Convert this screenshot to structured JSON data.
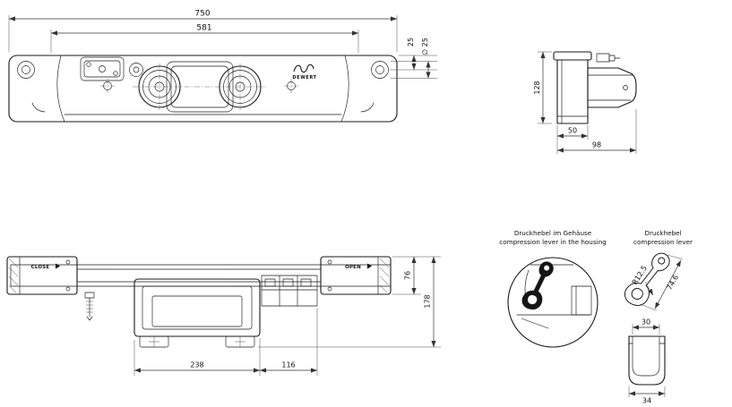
{
  "logo": {
    "brand": "DEWERT"
  },
  "front_view": {
    "dim_total_width": "750",
    "dim_inner_width": "581",
    "dim_edge_offset": "25",
    "dim_hole_diameter": "∅ 25"
  },
  "side_view": {
    "dim_height": "128",
    "dim_body_depth": "50",
    "dim_total_depth": "98"
  },
  "plan_view": {
    "label_close": "CLOSE",
    "label_open": "OPEN",
    "dim_rail_depth": "76",
    "dim_total_depth": "178",
    "dim_housing_width": "238",
    "dim_drive_width": "116"
  },
  "detail_housing": {
    "title_de": "Druckhebel im Gehäuse",
    "title_en": "compression lever in the housing"
  },
  "detail_lever": {
    "title_de": "Druckhebel",
    "title_en": "compression lever",
    "dim_radius": "R12.5",
    "dim_length": "74.6",
    "dim_inner_width": "30",
    "dim_outer_width": "34"
  }
}
